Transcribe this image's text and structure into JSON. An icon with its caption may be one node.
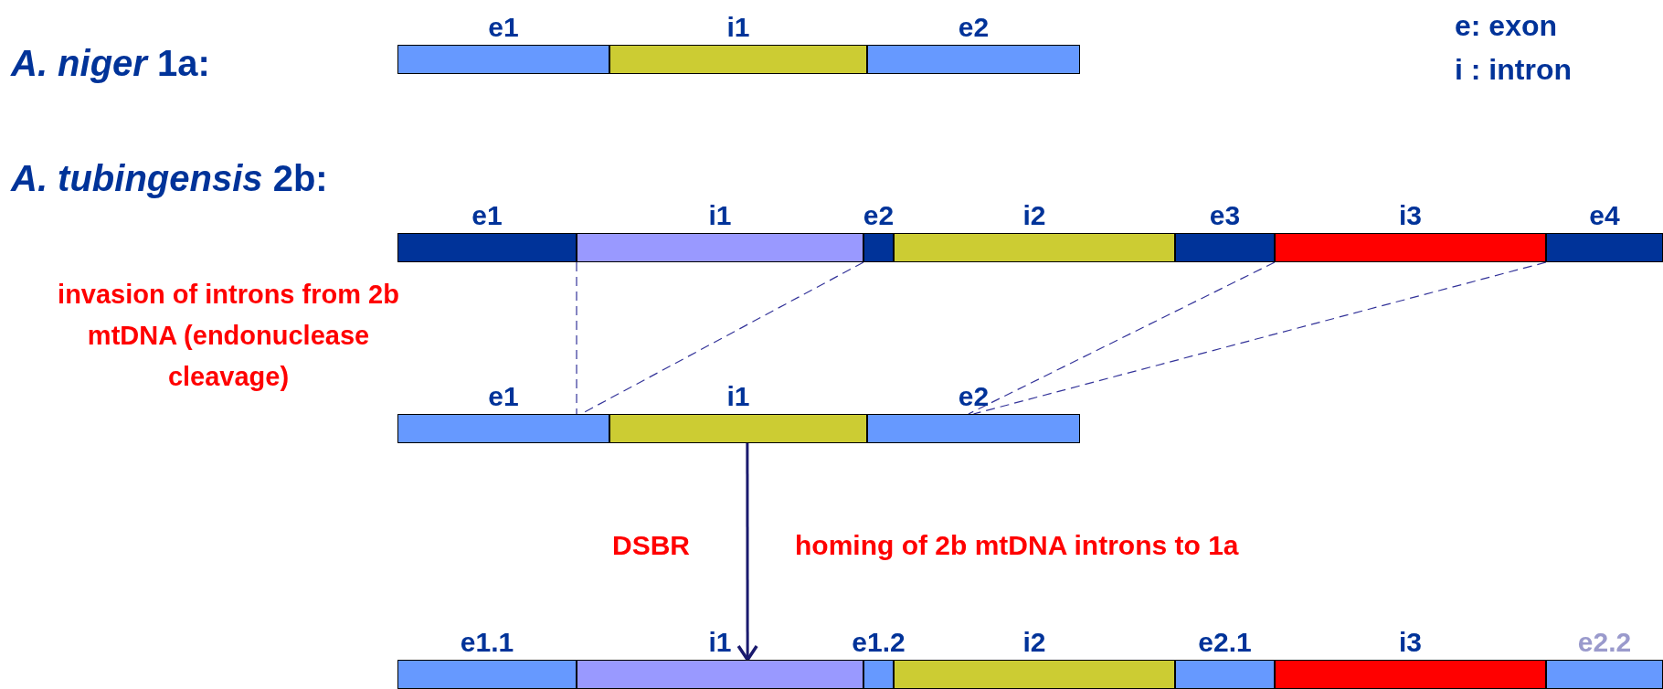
{
  "diagram": {
    "nodes": [
      {
        "text": [
          "e1"
        ]
      },
      {
        "text": [
          "i1"
        ]
      },
      {
        "text": [
          "e2"
        ]
      },
      {
        "text": [
          "e1"
        ]
      },
      {
        "text": [
          "i1"
        ]
      },
      {
        "text": [
          "e2"
        ]
      },
      {
        "text": [
          "i2"
        ]
      },
      {
        "text": [
          "e3"
        ]
      },
      {
        "text": [
          "i3"
        ]
      },
      {
        "text": [
          "e4"
        ]
      },
      {
        "text": [
          "e1"
        ]
      },
      {
        "text": [
          "i1"
        ]
      },
      {
        "text": [
          "e2"
        ]
      },
      {
        "text": [
          "e1.1"
        ]
      },
      {
        "text": [
          "i1"
        ]
      },
      {
        "text": [
          "e1.2"
        ]
      },
      {
        "text": [
          "i2"
        ]
      },
      {
        "text": [
          "e2.1"
        ]
      },
      {
        "text": [
          "i3"
        ]
      },
      {
        "text": [
          "e2.2"
        ]
      }
    ],
    "edges": [
      {
        "from": 4,
        "to": 10,
        "arrow": "none",
        "style": "dashed"
      },
      {
        "from": 4,
        "to": 10,
        "arrow": "none",
        "style": "dashed"
      },
      {
        "from": 8,
        "to": 12,
        "arrow": "none",
        "style": "dashed"
      },
      {
        "from": 8,
        "to": 12,
        "arrow": "none",
        "style": "dashed"
      },
      {
        "from": 11,
        "to": 14,
        "arrow": "to"
      }
    ],
    "labels": [
      "*A. niger* 1a:",
      "e: exon",
      "i : intron",
      "*A. tubingensis* 2b:",
      "invasion of introns from 2b mtDNA (endonuclease cleavage)",
      "DSBR",
      "homing of 2b mtDNA introns to 1a"
    ]
  }
}
